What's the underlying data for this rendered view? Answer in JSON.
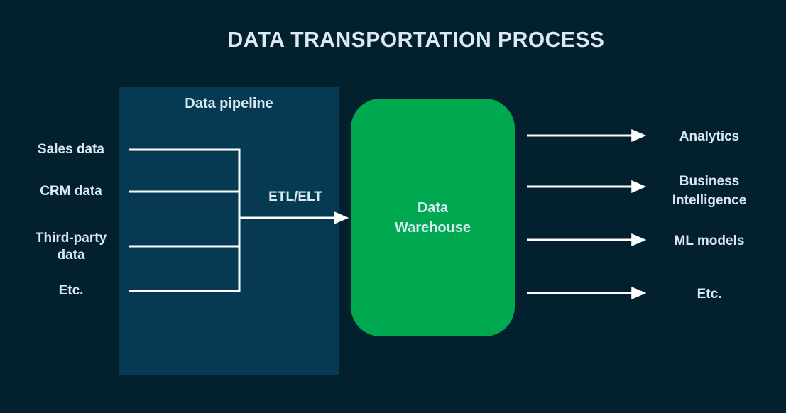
{
  "title": "DATA TRANSPORTATION PROCESS",
  "colors": {
    "background": "#03202F",
    "pipeline_box": "#063A53",
    "warehouse_box": "#00A94F",
    "text": "#D9E7F1",
    "connector": "#FFFFFF"
  },
  "pipeline": {
    "label": "Data pipeline",
    "sources": [
      {
        "label": "Sales data"
      },
      {
        "label": "CRM data"
      },
      {
        "label": "Third-party data"
      },
      {
        "label": "Etc."
      }
    ]
  },
  "etl": {
    "label": "ETL/ELT"
  },
  "warehouse": {
    "label": "Data Warehouse"
  },
  "outputs": [
    {
      "label": "Analytics"
    },
    {
      "label": "Business Intelligence"
    },
    {
      "label": "ML models"
    },
    {
      "label": "Etc."
    }
  ]
}
